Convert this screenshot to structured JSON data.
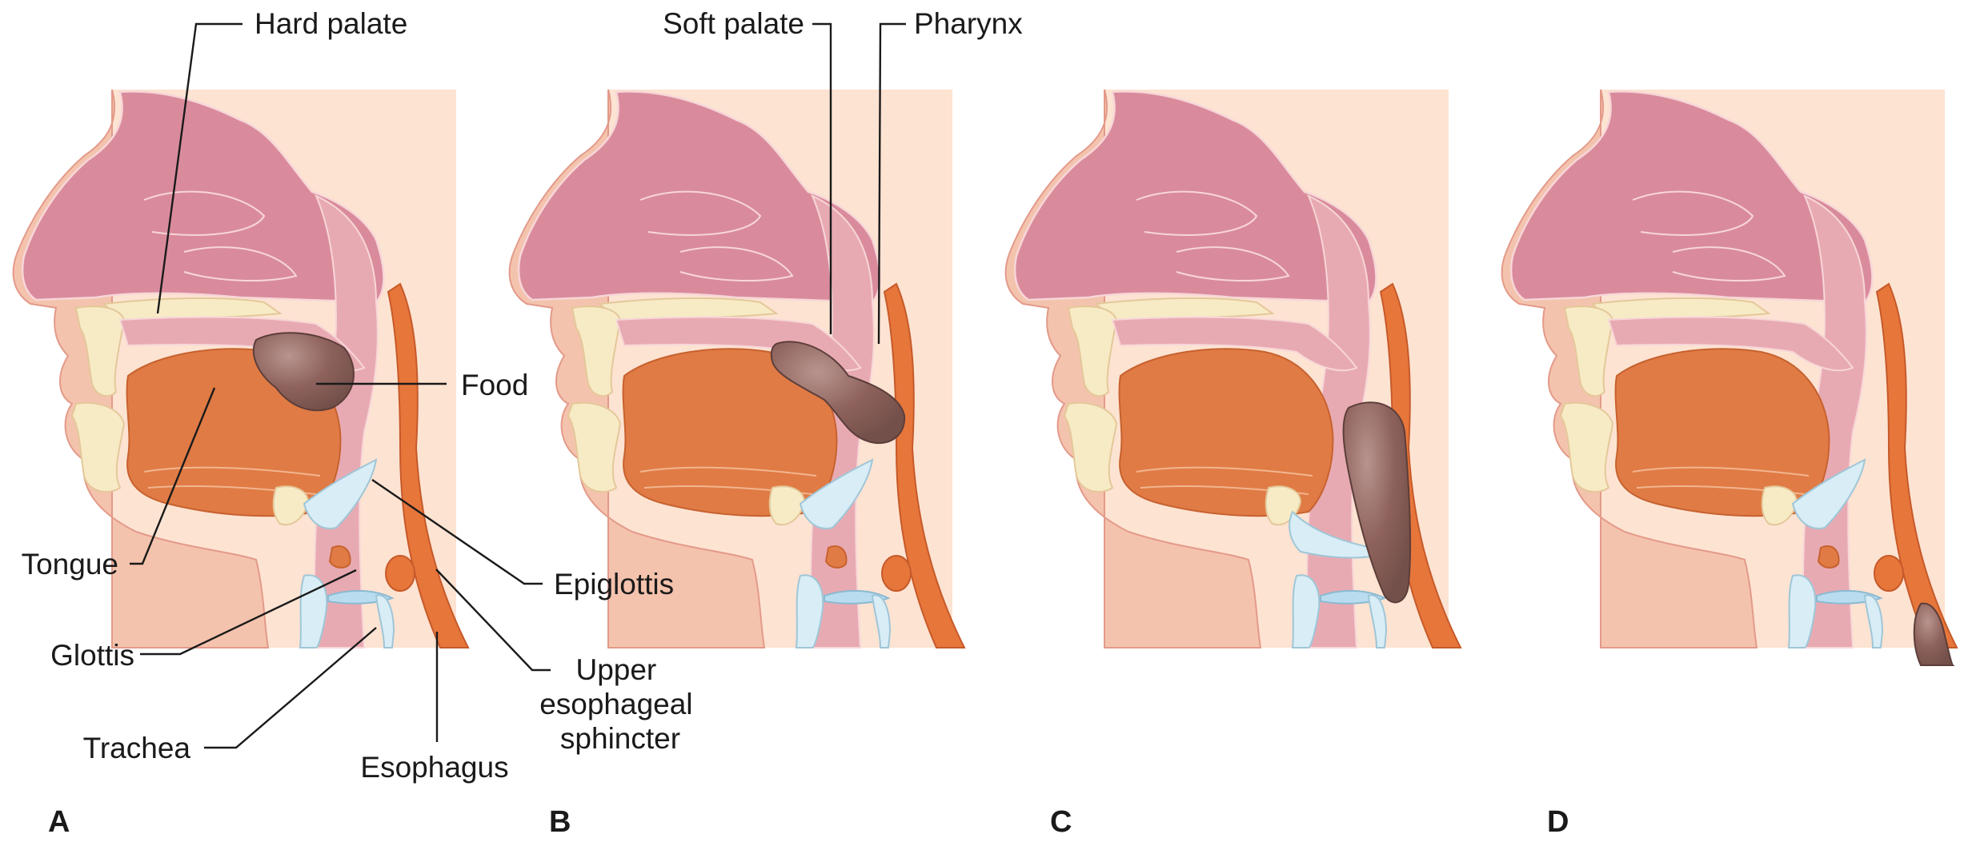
{
  "labels": {
    "hard_palate": "Hard palate",
    "soft_palate": "Soft palate",
    "pharynx": "Pharynx",
    "food": "Food",
    "tongue": "Tongue",
    "epiglottis": "Epiglottis",
    "glottis": "Glottis",
    "upper_esophageal_sphincter": [
      "Upper",
      "esophageal",
      "sphincter"
    ],
    "trachea": "Trachea",
    "esophagus": "Esophagus"
  },
  "panels": [
    {
      "letter": "A",
      "bolus_stage": "oral"
    },
    {
      "letter": "B",
      "bolus_stage": "pharynx-entry"
    },
    {
      "letter": "C",
      "bolus_stage": "pharynx"
    },
    {
      "letter": "D",
      "bolus_stage": "esophagus"
    }
  ],
  "colors": {
    "background_tissue": "#fde3d2",
    "nasal_cavity": "#d98b9c",
    "mucosa": "#e8aab2",
    "tongue": "#e07b45",
    "bone": "#f7ebc6",
    "cartilage": "#d8edf5",
    "esophagus_wall": "#e7763b",
    "bolus": "#8e625c"
  }
}
